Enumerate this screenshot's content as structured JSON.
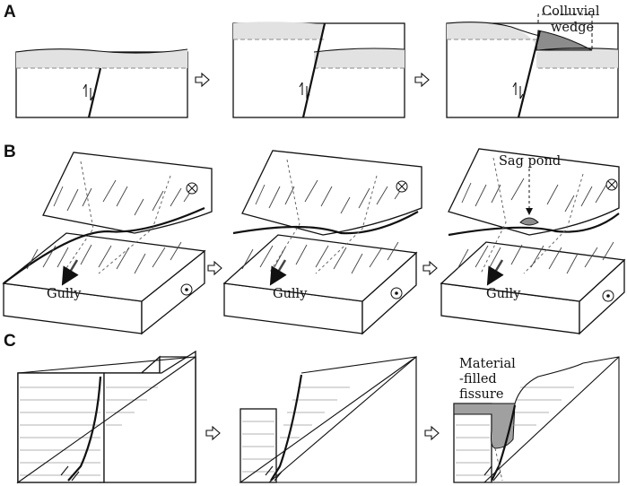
{
  "panels": [
    {
      "letter": "A",
      "annotations": [
        "Colluvial",
        "wedge"
      ]
    },
    {
      "letter": "B",
      "annotations": [
        "Sag pond",
        "Gully",
        "Gully",
        "Gully"
      ]
    },
    {
      "letter": "C",
      "annotations": [
        "Material",
        "-filled",
        "fissure"
      ]
    }
  ],
  "colors": {
    "stroke": "#111111",
    "surface_fill": "#e2e2e2",
    "wedge_fill": "#8c8c8c"
  }
}
